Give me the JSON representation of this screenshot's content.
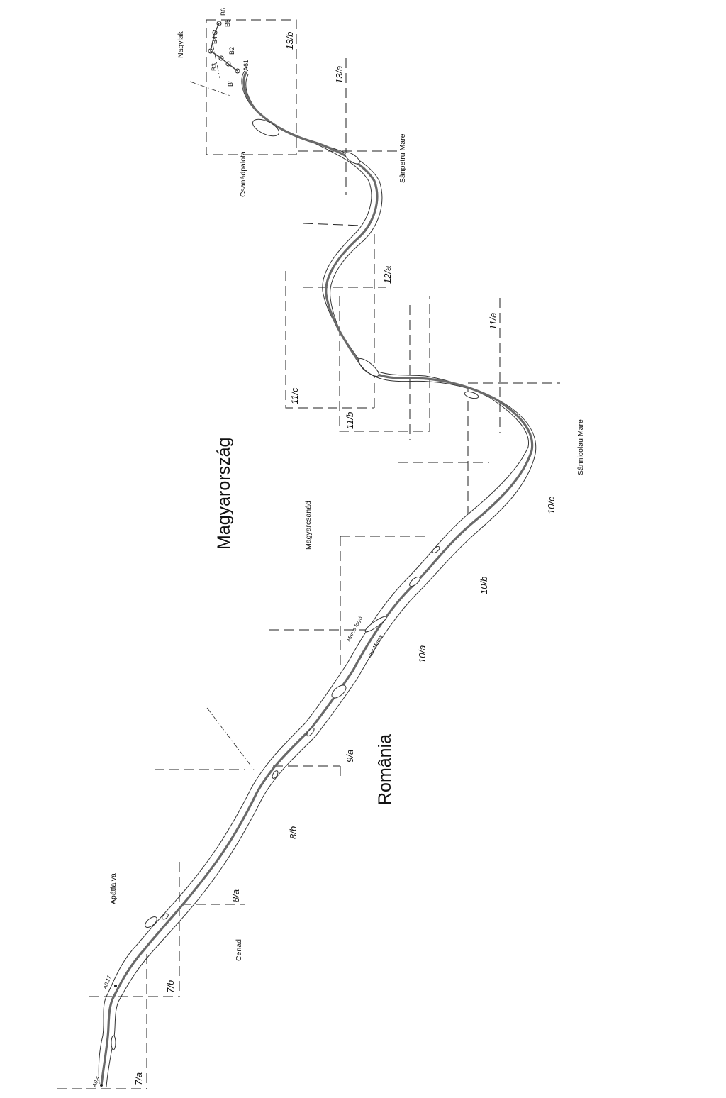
{
  "countries": {
    "hungary": "Magyarország",
    "romania": "România"
  },
  "towns": {
    "nagylak": "Nagylak",
    "csanadpalota": "Csanádpalota",
    "sanpetru_mare": "Sânpetru Mare",
    "magyarcsanad": "Magyarcsanád",
    "sannicolau_mare": "Sânnicolau Mare",
    "apatfalva": "Apátfalva",
    "cenad": "Cenad"
  },
  "river_labels": {
    "hungarian": "Maros folyó",
    "romanian": "râul Mureș"
  },
  "sheets": {
    "s13b": "13/b",
    "s13a": "13/a",
    "s12a": "12/a",
    "s11a": "11/a",
    "s11b": "11/b",
    "s11c": "11/c",
    "s10c": "10/c",
    "s10b": "10/b",
    "s10a": "10/a",
    "s9a": "9/a",
    "s8b": "8/b",
    "s8a": "8/a",
    "s7b": "7/b",
    "s7a": "7/a"
  },
  "stations": {
    "b6": "B6",
    "b5": "B5",
    "b4": "B4",
    "b3": "B3",
    "b2": "B2",
    "b1": "B'",
    "a61": "A61",
    "a017": "A0.17",
    "a04": "A0.4"
  },
  "colors": {
    "ink": "#222222",
    "river_centerline": "#6a6a6a",
    "background": "#ffffff"
  }
}
